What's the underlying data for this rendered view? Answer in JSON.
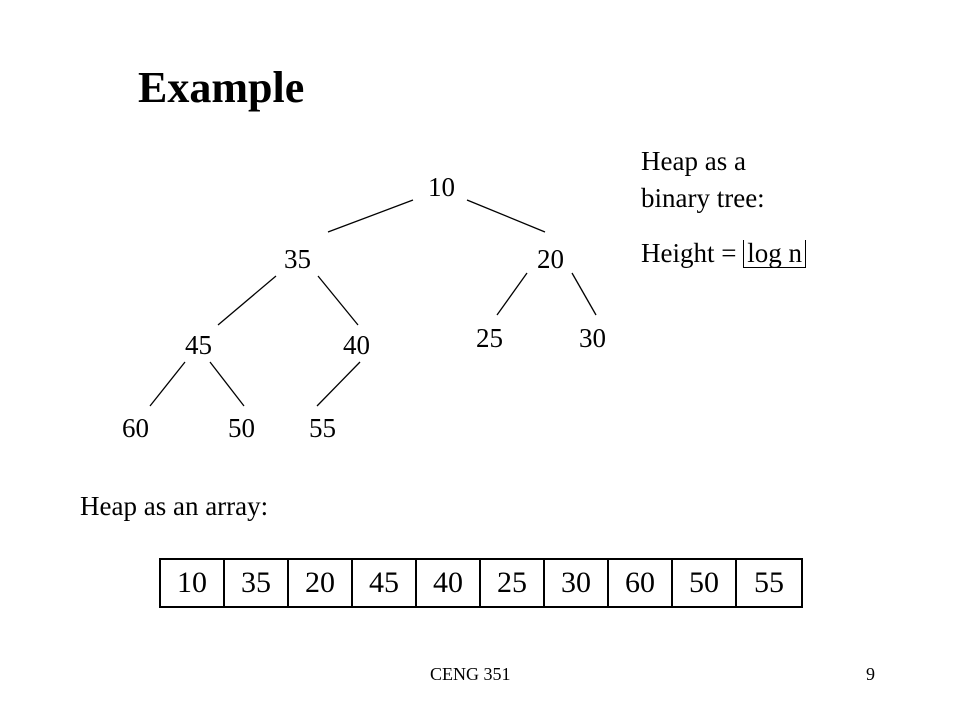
{
  "slide": {
    "title": "Example",
    "footer_course": "CENG 351",
    "footer_page": "9"
  },
  "tree": {
    "nodes": [
      "10",
      "35",
      "20",
      "45",
      "40",
      "25",
      "30",
      "60",
      "50",
      "55"
    ]
  },
  "side_note": {
    "line1": "Heap as a",
    "line2": "binary tree:",
    "height_prefix": "Height = ",
    "height_expr": "log n"
  },
  "array": {
    "label": "Heap as an array:",
    "values": [
      "10",
      "35",
      "20",
      "45",
      "40",
      "25",
      "30",
      "60",
      "50",
      "55"
    ]
  }
}
